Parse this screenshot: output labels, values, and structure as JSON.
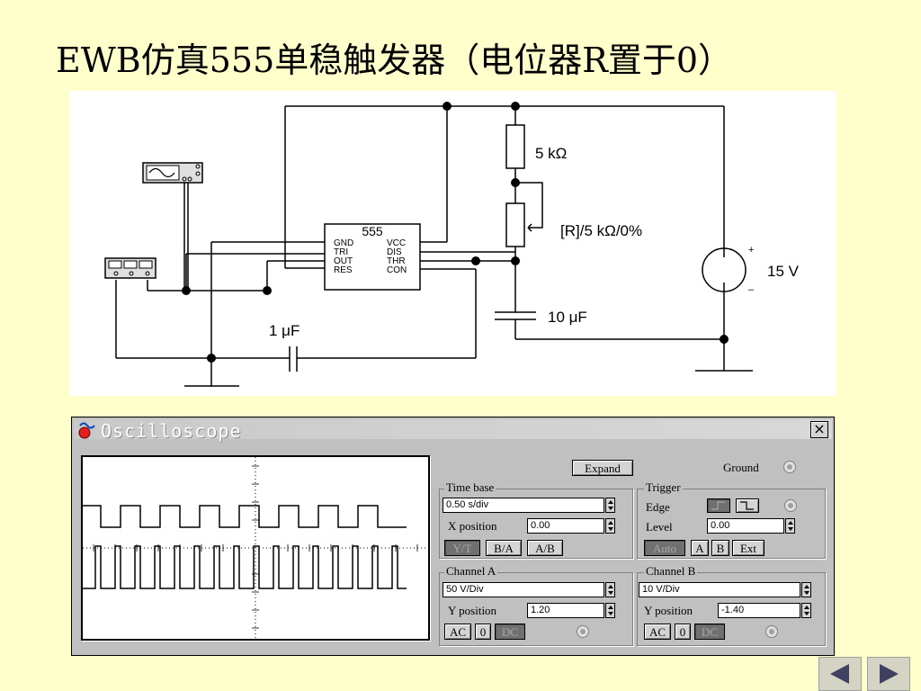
{
  "slide": {
    "title": "EWB仿真555单稳触发器（电位器R置于0）"
  },
  "circuit": {
    "ic_label": "555",
    "pins_left": [
      "GND",
      "TRI",
      "OUT",
      "RES"
    ],
    "pins_right": [
      "VCC",
      "DIS",
      "THR",
      "CON"
    ],
    "resistor_label": "5 kΩ",
    "pot_label": "[R]/5 kΩ/0%",
    "cap_timing_label": "10 μF",
    "cap_input_label": "1 μF",
    "source_label": "15 V",
    "source_plus": "+",
    "source_minus": "–"
  },
  "oscilloscope": {
    "title": "Oscilloscope",
    "close_label": "×",
    "expand_label": "Expand",
    "ground_label": "Ground",
    "timebase": {
      "label": "Time base",
      "value": "0.50 s/div",
      "xpos_label": "X position",
      "xpos_value": "0.00",
      "modes": [
        "Y/T",
        "B/A",
        "A/B"
      ]
    },
    "trigger": {
      "label": "Trigger",
      "edge_label": "Edge",
      "level_label": "Level",
      "level_value": "0.00",
      "modes": [
        "Auto",
        "A",
        "B",
        "Ext"
      ]
    },
    "channel_a": {
      "label": "Channel A",
      "scale": "50  V/Div",
      "ypos_label": "Y position",
      "ypos_value": "1.20",
      "coupling": [
        "AC",
        "0",
        "DC"
      ]
    },
    "channel_b": {
      "label": "Channel B",
      "scale": "10  V/Div",
      "ypos_label": "Y position",
      "ypos_value": "-1.40",
      "coupling": [
        "AC",
        "0",
        "DC"
      ]
    }
  },
  "nav": {
    "prev_icon": "triangle-left-icon",
    "next_icon": "triangle-right-icon"
  }
}
